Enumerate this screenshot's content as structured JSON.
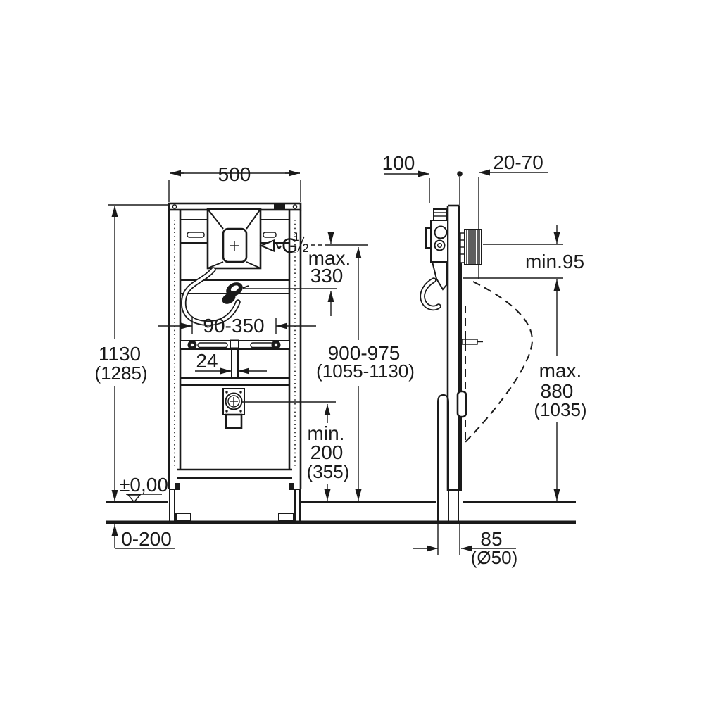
{
  "drawing": {
    "colors": {
      "ink": "#1a1a1a",
      "background": "#ffffff"
    },
    "front_view": {
      "width": "500",
      "height": "1130",
      "height_alt": "(1285)",
      "rail_range": "90-350",
      "pipe_width": "24",
      "thread_g": "G",
      "thread_num": "1",
      "thread_den": "2",
      "inlet_max_1": "max.",
      "inlet_max_2": "330",
      "flush_height_1": "900-975",
      "flush_height_2": "(1055-1130)",
      "drain_min_1": "min.",
      "drain_min_2": "200",
      "drain_min_3": "(355)",
      "floor_level": "±0,00",
      "floor_buildup": "0-200"
    },
    "side_view": {
      "depth": "100",
      "wall_thickness": "20-70",
      "spigot_min": "min.95",
      "rim_max_1": "max.",
      "rim_max_2": "880",
      "rim_max_3": "(1035)",
      "drain_offset": "85",
      "drain_diameter": "(Ø50)"
    }
  }
}
